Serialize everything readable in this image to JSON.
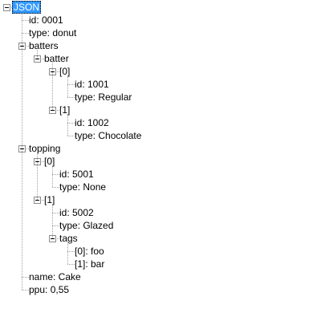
{
  "tree": {
    "root": {
      "label": "JSON",
      "selected": true,
      "expanded": true,
      "children": [
        {
          "label": "id: 0001"
        },
        {
          "label": "type: donut"
        },
        {
          "label": "batters",
          "expanded": true,
          "children": [
            {
              "label": "batter",
              "expanded": true,
              "children": [
                {
                  "label": "[0]",
                  "expanded": true,
                  "children": [
                    {
                      "label": "id: 1001"
                    },
                    {
                      "label": "type: Regular"
                    }
                  ]
                },
                {
                  "label": "[1]",
                  "expanded": true,
                  "children": [
                    {
                      "label": "id: 1002"
                    },
                    {
                      "label": "type: Chocolate"
                    }
                  ]
                }
              ]
            }
          ]
        },
        {
          "label": "topping",
          "expanded": true,
          "children": [
            {
              "label": "[0]",
              "expanded": true,
              "children": [
                {
                  "label": "id: 5001"
                },
                {
                  "label": "type: None"
                }
              ]
            },
            {
              "label": "[1]",
              "expanded": true,
              "children": [
                {
                  "label": "id: 5002"
                },
                {
                  "label": "type: Glazed"
                },
                {
                  "label": "tags",
                  "expanded": true,
                  "children": [
                    {
                      "label": "[0]: foo"
                    },
                    {
                      "label": "[1]: bar"
                    }
                  ]
                }
              ]
            }
          ]
        },
        {
          "label": "name: Cake"
        },
        {
          "label": "ppu: 0,55"
        }
      ]
    }
  }
}
